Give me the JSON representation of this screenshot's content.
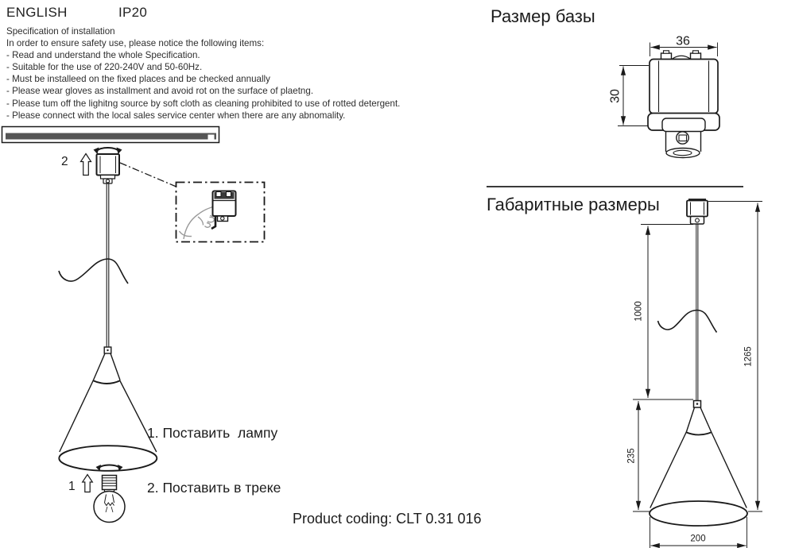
{
  "header": {
    "language": "ENGLISH",
    "ip_rating": "IP20"
  },
  "spec": {
    "title": "Specification of installation",
    "intro": "In order to ensure safety use, please notice the following items:",
    "items": [
      "- Read and understand the whole Specification.",
      "- Suitable for the use of 220-240V and 50-60Hz.",
      "- Must be installeed on the fixed places and be checked annually",
      "- Please wear gloves as installment and avoid rot on the surface of plaetng.",
      "- Please tum off the lighitng source by soft cloth as cleaning prohibited to use of rotted detergent.",
      "- Please connect with the local sales service center when there are any abnomality."
    ]
  },
  "install_figure": {
    "step1_label": "1",
    "step2_label": "2"
  },
  "steps_ru": {
    "line1": "1. Поставить  лампу",
    "line2": "2. Поставить в треке"
  },
  "base_size": {
    "title": "Размер базы",
    "width_mm": "36",
    "height_mm": "30"
  },
  "overall_size": {
    "title": "Габаритные размеры",
    "wire_length_mm": "1000",
    "total_height_mm": "1265",
    "shade_height_mm": "235",
    "shade_diameter_mm": "200"
  },
  "footer": {
    "product_coding": "Product coding: CLT 0.31 016"
  },
  "colors": {
    "ink": "#1a1a1a",
    "track_fill": "#555555"
  }
}
